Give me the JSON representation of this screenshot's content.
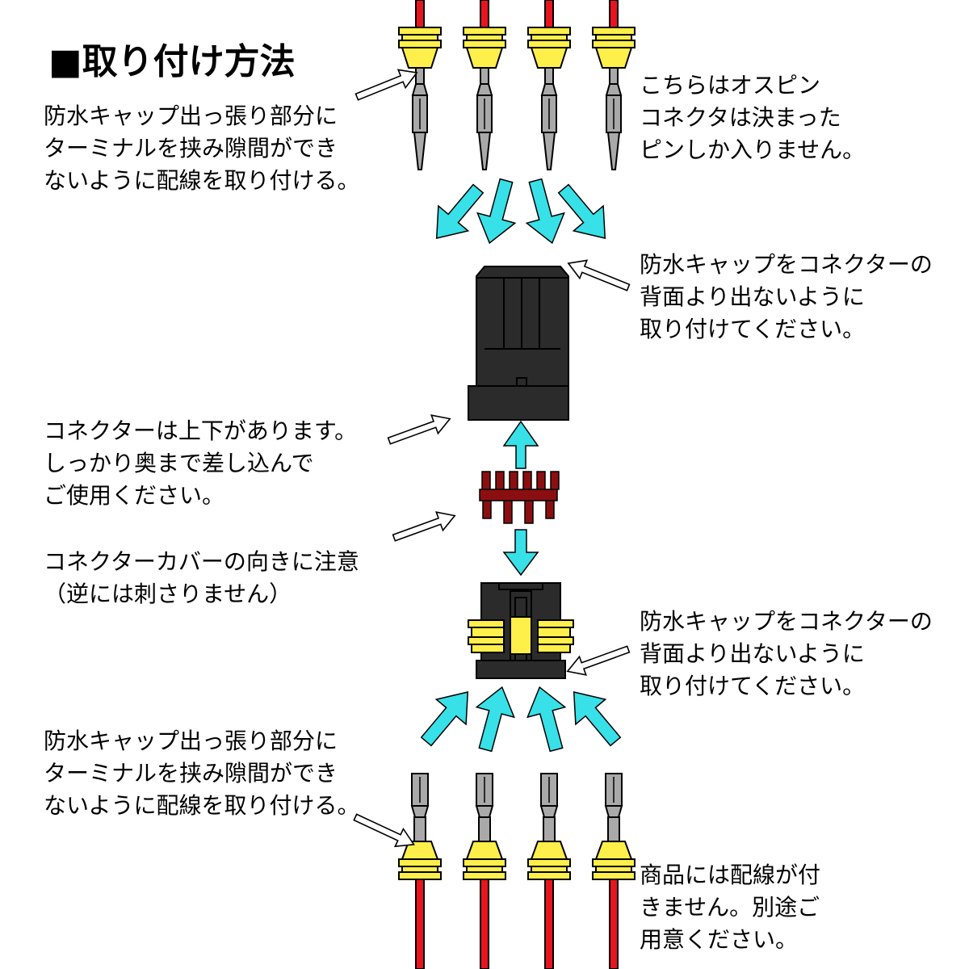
{
  "title": "■取り付け方法",
  "notes": {
    "top_left": [
      "防水キャップ出っ張り部分に",
      "ターミナルを挟み隙間ができ",
      "ないように配線を取り付ける。"
    ],
    "top_right": [
      "こちらはオスピン",
      "コネクタは決まった",
      "ピンしか入りません。"
    ],
    "mid_right_upper": [
      "防水キャップをコネクターの",
      "背面より出ないように",
      "取り付けてください。"
    ],
    "mid_left_upper": [
      "コネクターは上下があります。",
      "しっかり奥まで差し込んで",
      "ご使用ください。"
    ],
    "mid_left_lower": [
      "コネクターカバーの向きに注意",
      "（逆には刺さりません）"
    ],
    "mid_right_lower": [
      "防水キャップをコネクターの",
      "背面より出ないように",
      "取り付けてください。"
    ],
    "bottom_left": [
      "防水キャップ出っ張り部分に",
      "ターミナルを挟み隙間ができ",
      "ないように配線を取り付ける。"
    ],
    "bottom_right": [
      "商品には配線が付",
      "きません。別途ご",
      "用意ください。"
    ]
  },
  "colors": {
    "wire": "#e8141e",
    "seal": "#ffef4a",
    "terminal": "#a9a9a9",
    "arrow": "#38e0e8",
    "connector": "#2b2b2b",
    "cover": "#8b0f10",
    "pointer": "#ffffff"
  },
  "icons": [
    "male-pin-icon",
    "female-terminal-icon",
    "waterproof-seal-icon",
    "connector-housing-icon",
    "connector-cover-icon",
    "arrow-icon"
  ]
}
